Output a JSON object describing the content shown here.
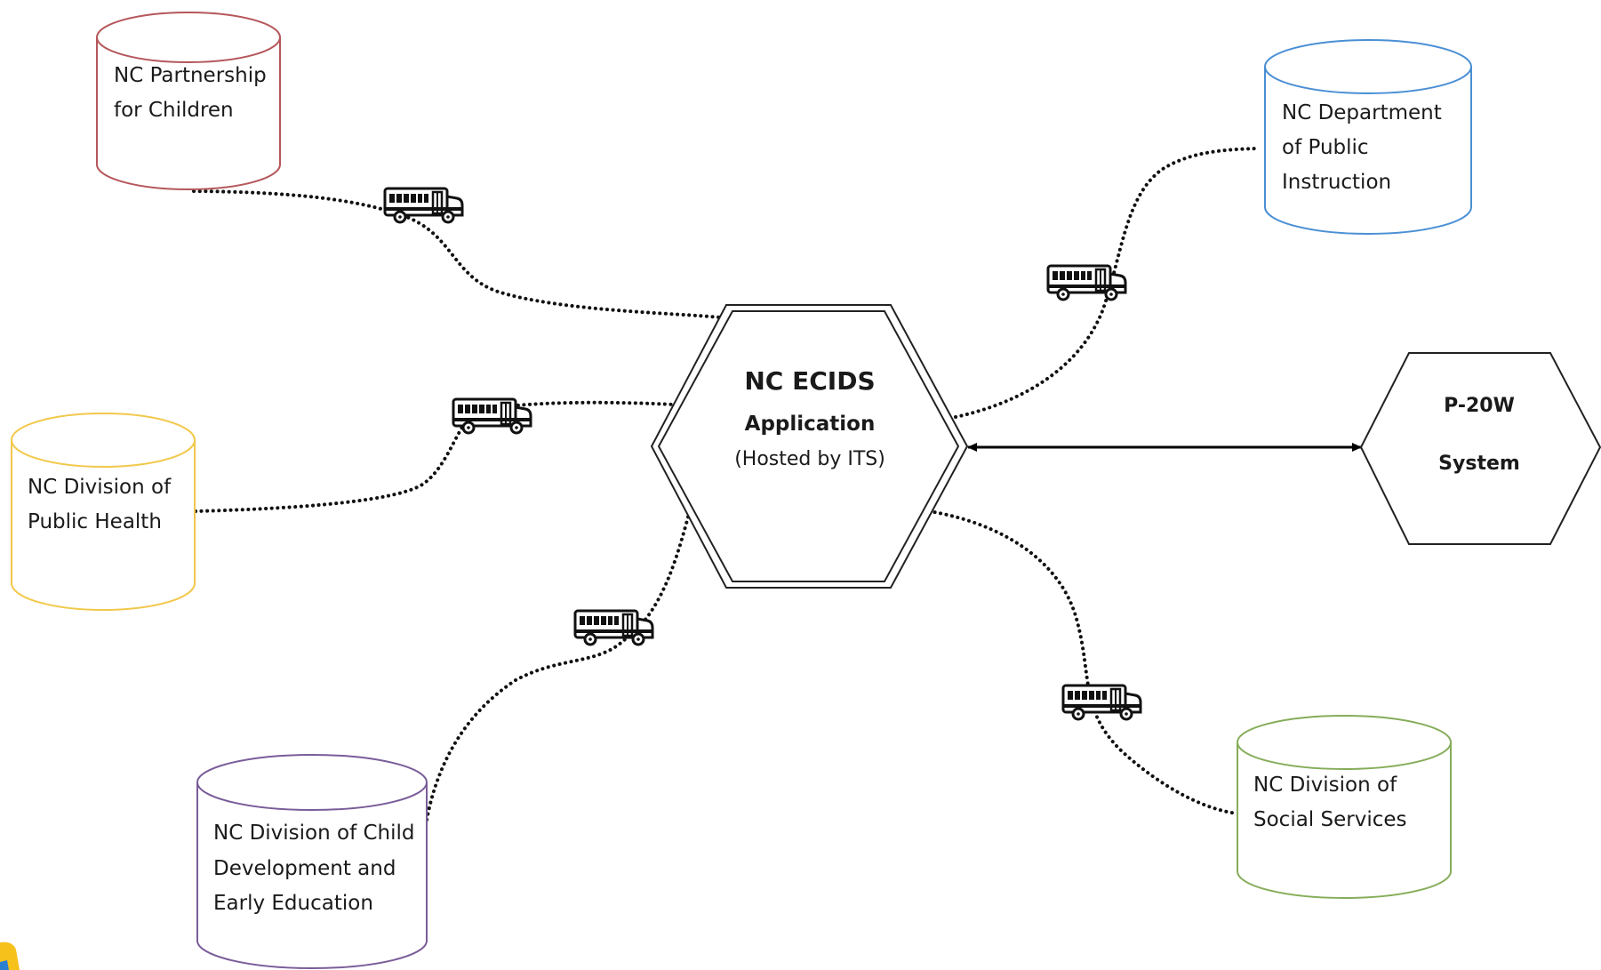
{
  "hub": {
    "title": "NC ECIDS",
    "subtitle": "Application",
    "note": "(Hosted by ITS)"
  },
  "p20w": {
    "line1": "P-20W",
    "line2": "System"
  },
  "sources": [
    {
      "id": "partnership",
      "color": "#b5575b",
      "lines": [
        "NC Partnership",
        "for Children"
      ]
    },
    {
      "id": "dpi",
      "color": "#4a8fd4",
      "lines": [
        "NC Department",
        "of Public",
        "Instruction"
      ]
    },
    {
      "id": "public-health",
      "color": "#f2c84b",
      "lines": [
        "NC Division of",
        "Public Health"
      ]
    },
    {
      "id": "child-dev",
      "color": "#7a5c99",
      "lines": [
        "NC Division of Child",
        "Development and",
        "Early Education"
      ]
    },
    {
      "id": "social-services",
      "color": "#86ad5a",
      "lines": [
        "NC Division of",
        "Social Services"
      ]
    }
  ],
  "icons": [
    "school-bus-icon"
  ]
}
